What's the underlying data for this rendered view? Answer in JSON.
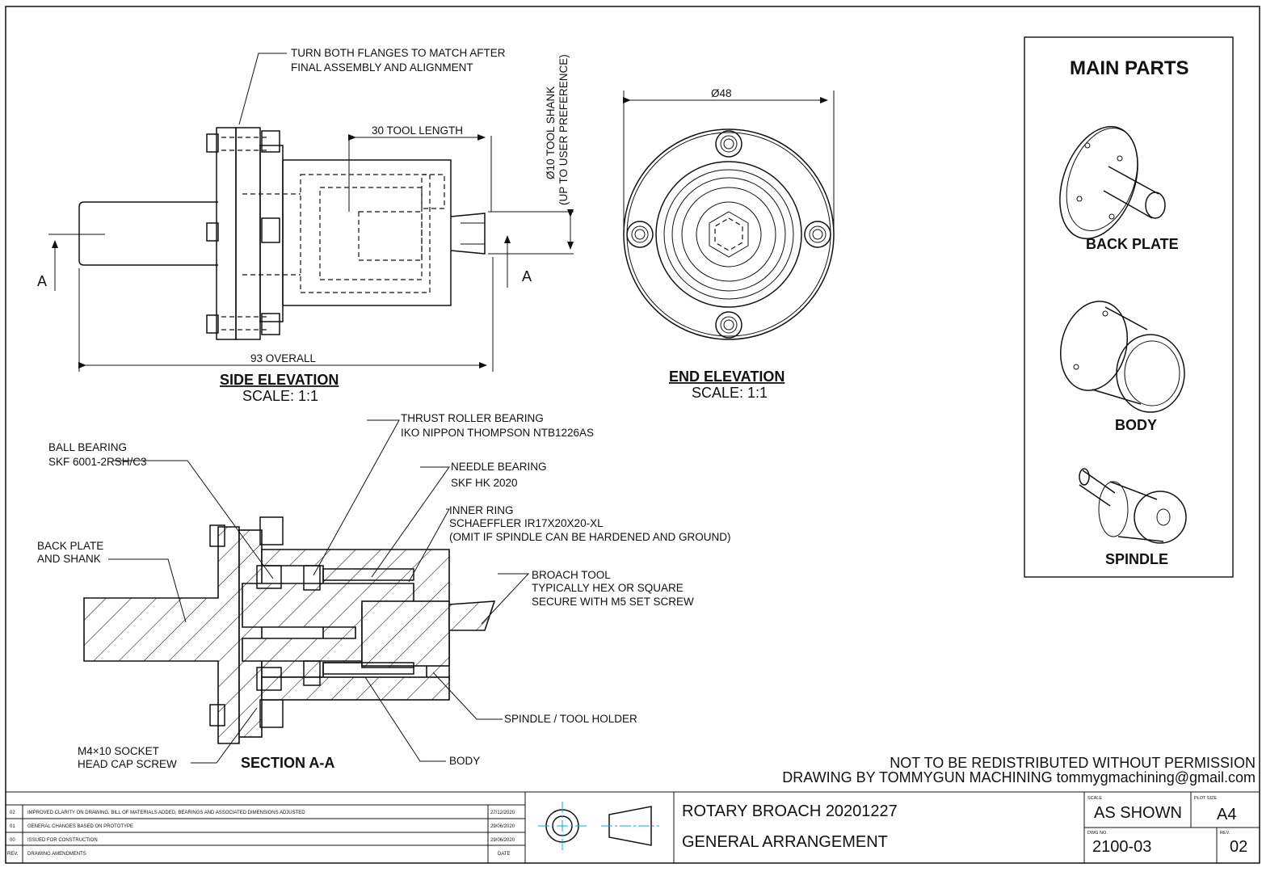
{
  "notes": {
    "turn_flanges_1": "TURN BOTH FLANGES TO MATCH AFTER",
    "turn_flanges_2": "FINAL ASSEMBLY AND ALIGNMENT",
    "tool_length": "30 TOOL LENGTH",
    "tool_shank_1": "Ø10 TOOL SHANK",
    "tool_shank_2": "(UP TO USER PREFERENCE)",
    "overall": "93 OVERALL",
    "section_mark": "A",
    "diameter": "Ø48"
  },
  "views": {
    "side_title": "SIDE ELEVATION",
    "side_scale": "SCALE: 1:1",
    "end_title": "END ELEVATION",
    "end_scale": "SCALE: 1:1",
    "section_title": "SECTION A-A"
  },
  "callouts": {
    "thrust_1": "THRUST ROLLER BEARING",
    "thrust_2": "IKO NIPPON THOMPSON NTB1226AS",
    "ball_1": "BALL BEARING",
    "ball_2": "SKF 6001-2RSH/C3",
    "needle_1": "NEEDLE BEARING",
    "needle_2": "SKF HK 2020",
    "inner_1": "INNER RING",
    "inner_2": "SCHAEFFLER IR17X20X20-XL",
    "inner_3": "(OMIT IF SPINDLE CAN BE HARDENED AND GROUND)",
    "back_1": "BACK PLATE",
    "back_2": "AND SHANK",
    "broach_1": "BROACH TOOL",
    "broach_2": "TYPICALLY HEX OR SQUARE",
    "broach_3": "SECURE WITH M5 SET SCREW",
    "spindle": "SPINDLE / TOOL HOLDER",
    "screw_1": "M4×10 SOCKET",
    "screw_2": "HEAD CAP SCREW",
    "body": "BODY"
  },
  "main_parts": {
    "title": "MAIN PARTS",
    "items": [
      "BACK PLATE",
      "BODY",
      "SPINDLE"
    ]
  },
  "footer": {
    "permission": "NOT TO BE REDISTRIBUTED WITHOUT PERMISSION",
    "credit": "DRAWING BY TOMMYGUN MACHINING tommygmachining@gmail.com"
  },
  "revisions": [
    {
      "rev": "02",
      "desc": "IMPROVED CLARITY ON DRAWING, BILL OF MATERIALS ADDED, BEARINGS AND ASSOCIATED DIMENSIONS ADJUSTED",
      "date": "27/12/2020"
    },
    {
      "rev": "01",
      "desc": "GENERAL CHANGES BASED ON PROTOTYPE",
      "date": "29/06/2020"
    },
    {
      "rev": "00",
      "desc": "ISSUED FOR CONSTRUCTION",
      "date": "29/06/2020"
    }
  ],
  "revision_header": {
    "rev": "REV.",
    "desc": "DRAWING AMENDMENTS",
    "date": "DATE"
  },
  "title_block": {
    "title_1": "ROTARY BROACH 20201227",
    "title_2": "GENERAL ARRANGEMENT",
    "scale_label": "SCALE",
    "scale": "AS SHOWN",
    "plot_label": "PLOT SIZE",
    "plot": "A4",
    "dwg_label": "DWG NO.",
    "dwg": "2100-03",
    "rev_label": "REV.",
    "rev": "02"
  }
}
